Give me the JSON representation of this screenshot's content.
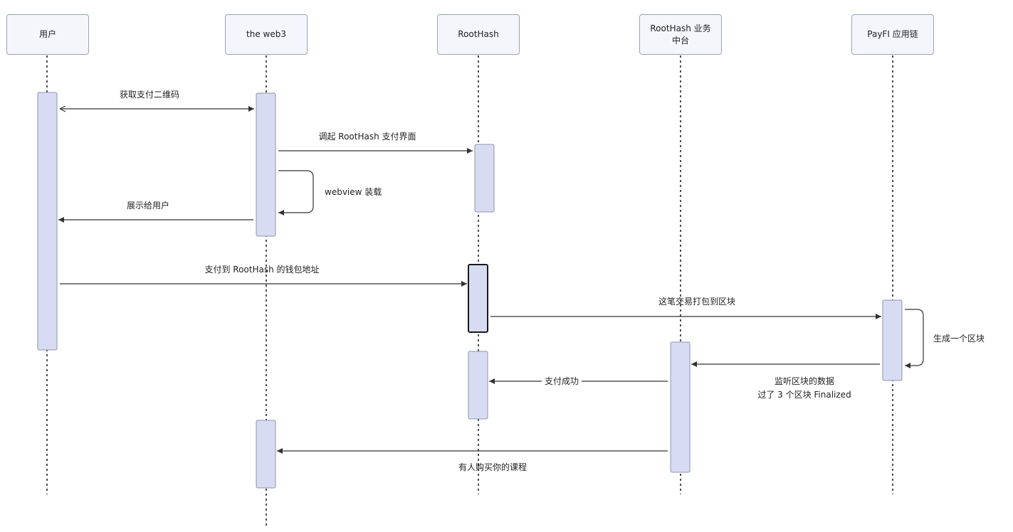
{
  "participants": [
    {
      "id": "user",
      "label": "用户"
    },
    {
      "id": "web3",
      "label": "the web3"
    },
    {
      "id": "roothash",
      "label": "RootHash"
    },
    {
      "id": "middle",
      "label": "RootHash 业务 中台"
    },
    {
      "id": "payfi",
      "label": "PayFI 应用链"
    }
  ],
  "messages": [
    {
      "id": "m1",
      "from": "user",
      "to": "web3",
      "label": "获取支付二维码"
    },
    {
      "id": "m2",
      "from": "web3",
      "to": "roothash",
      "label": "调起 RootHash 支付界面"
    },
    {
      "id": "m3",
      "from": "web3",
      "to": "web3",
      "label": "webview 装载"
    },
    {
      "id": "m4",
      "from": "web3",
      "to": "user",
      "label": "展示给用户"
    },
    {
      "id": "m5",
      "from": "user",
      "to": "roothash",
      "label": "支付到 RootHash 的钱包地址"
    },
    {
      "id": "m6",
      "from": "roothash",
      "to": "payfi",
      "label": "这笔交易打包到区块"
    },
    {
      "id": "m7",
      "from": "payfi",
      "to": "payfi",
      "label": "生成一个区块"
    },
    {
      "id": "m8",
      "from": "payfi",
      "to": "middle",
      "label": "监听区块的数据\n过了 3 个区块 Finalized"
    },
    {
      "id": "m9",
      "from": "middle",
      "to": "roothash",
      "label": "支付成功"
    },
    {
      "id": "m10",
      "from": "middle",
      "to": "web3",
      "label": "有人购买你的课程"
    }
  ],
  "colors": {
    "activation_fill": "#d7dcf3",
    "activation_stroke": "#8e96aa",
    "line": "#333333",
    "lifeline": "#222222"
  }
}
